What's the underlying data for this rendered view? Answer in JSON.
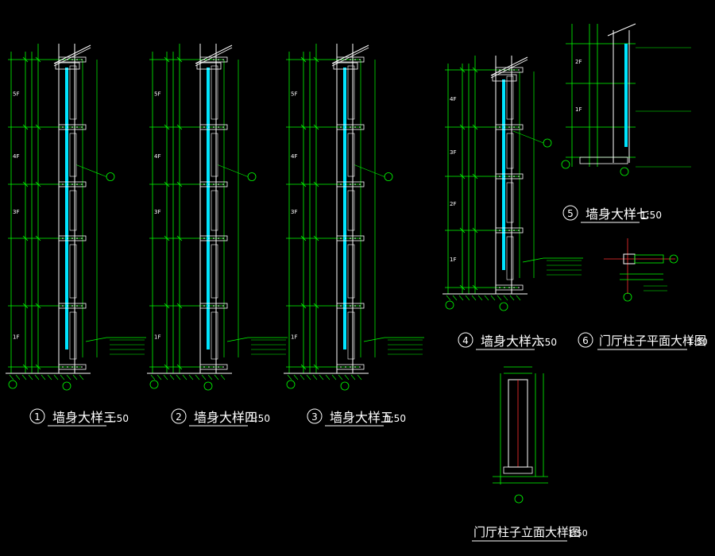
{
  "drawing": {
    "background": "#000000",
    "line_color": "#00ff00",
    "wall_color": "#ffffff",
    "glass_color": "#00e5ff",
    "marker_color": "#ff3030"
  },
  "details": [
    {
      "number": "1",
      "title": "墙身大样三",
      "scale": "1:50",
      "floors": [
        "5F",
        "4F",
        "3F",
        "1F"
      ]
    },
    {
      "number": "2",
      "title": "墙身大样四",
      "scale": "1:50",
      "floors": [
        "5F",
        "4F",
        "3F",
        "1F"
      ]
    },
    {
      "number": "3",
      "title": "墙身大样五",
      "scale": "1:50",
      "floors": [
        "5F",
        "4F",
        "3F",
        "1F"
      ]
    },
    {
      "number": "4",
      "title": "墙身大样六",
      "scale": "1:50",
      "floors": [
        "4F",
        "3F",
        "2F",
        "1F"
      ]
    },
    {
      "number": "5",
      "title": "墙身大样七",
      "scale": "1:50",
      "floors": [
        "2F",
        "1F"
      ]
    },
    {
      "number": "6",
      "title": "门厅柱子平面大样图",
      "scale": "1:50"
    }
  ],
  "elevation": {
    "title": "门厅柱子立面大样图",
    "scale": "1:50"
  }
}
